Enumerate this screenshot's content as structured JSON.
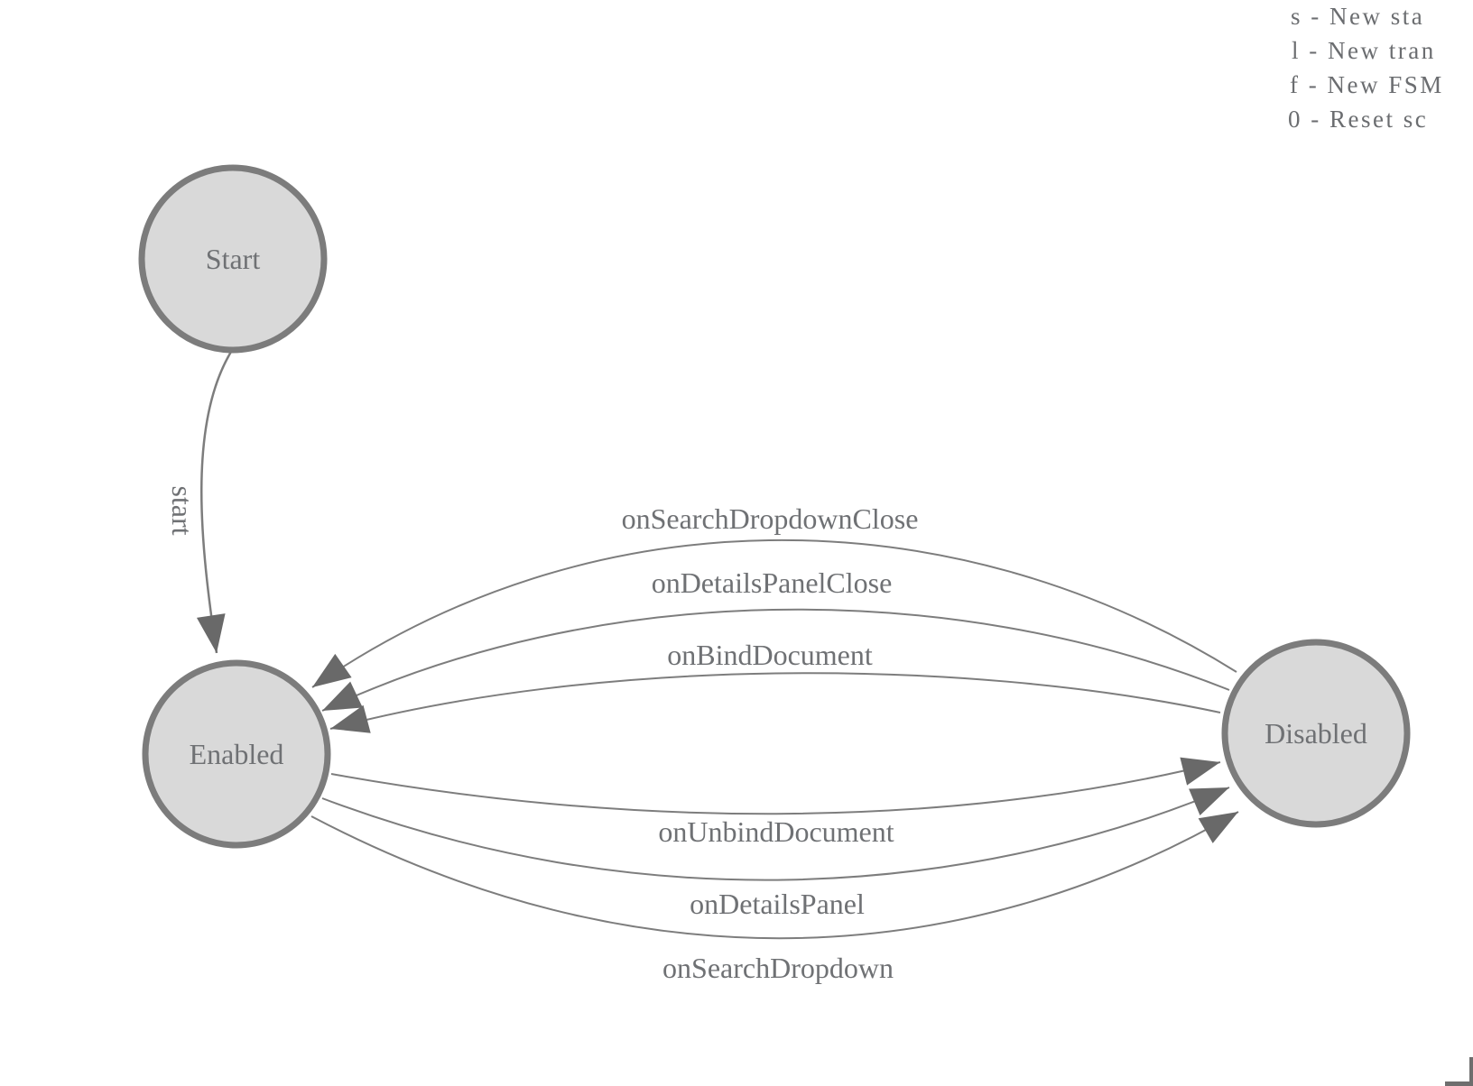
{
  "diagram": {
    "kind": "finite-state-machine",
    "nodes": [
      {
        "id": "start",
        "label": "Start"
      },
      {
        "id": "enabled",
        "label": "Enabled"
      },
      {
        "id": "disabled",
        "label": "Disabled"
      }
    ],
    "edges": [
      {
        "from": "start",
        "to": "enabled",
        "label": "start"
      },
      {
        "from": "disabled",
        "to": "enabled",
        "label": "onSearchDropdownClose"
      },
      {
        "from": "disabled",
        "to": "enabled",
        "label": "onDetailsPanelClose"
      },
      {
        "from": "disabled",
        "to": "enabled",
        "label": "onBindDocument"
      },
      {
        "from": "enabled",
        "to": "disabled",
        "label": "onUnbindDocument"
      },
      {
        "from": "enabled",
        "to": "disabled",
        "label": "onDetailsPanel"
      },
      {
        "from": "enabled",
        "to": "disabled",
        "label": "onSearchDropdown"
      }
    ]
  },
  "legend": {
    "lines": [
      "s - New sta",
      "l - New tran",
      "f - New FSM",
      "0 - Reset sc"
    ]
  },
  "colors": {
    "node_fill": "#d9d9d9",
    "node_stroke": "#7c7c7c",
    "edge_stroke": "#7d7d7d",
    "arrowhead_fill": "#696969",
    "label_text": "#6f7174",
    "background": "#ffffff"
  }
}
